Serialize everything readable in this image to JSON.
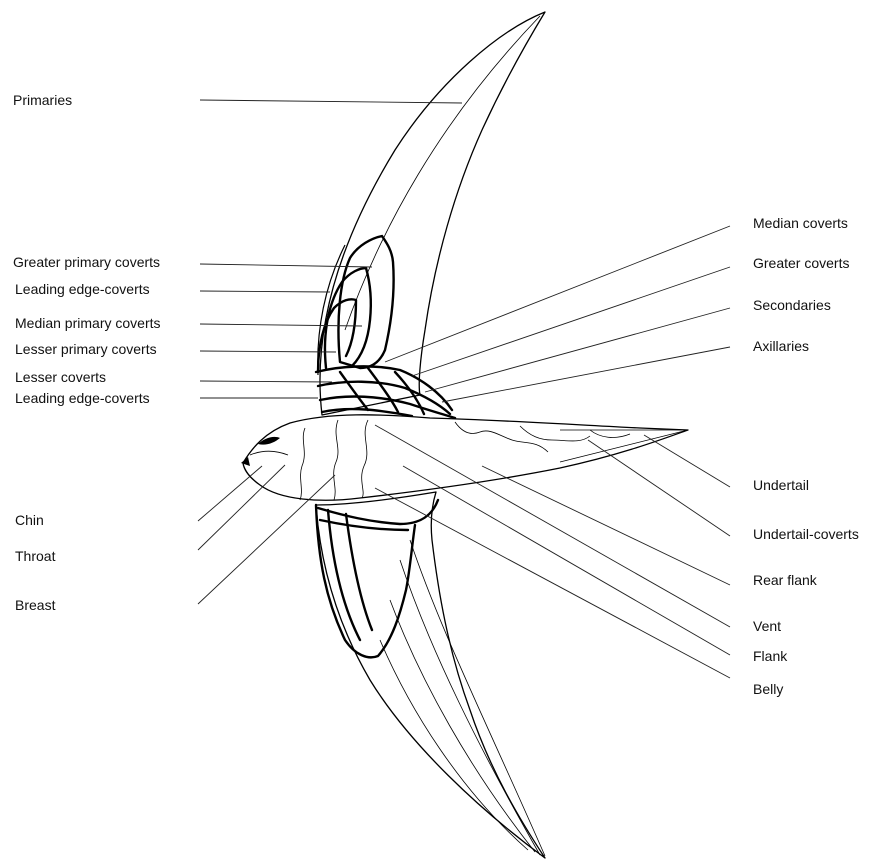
{
  "labels": {
    "primaries": "Primaries",
    "greater_primary_coverts": "Greater primary coverts",
    "leading_edge_coverts_1": "Leading edge-coverts",
    "median_primary_coverts": "Median primary coverts",
    "lesser_primary_coverts": "Lesser primary coverts",
    "lesser_coverts": "Lesser coverts",
    "leading_edge_coverts_2": "Leading edge-coverts",
    "chin": "Chin",
    "throat": "Throat",
    "breast": "Breast",
    "median_coverts": "Median coverts",
    "greater_coverts": "Greater coverts",
    "secondaries": "Secondaries",
    "axillaries": "Axillaries",
    "undertail": "Undertail",
    "undertail_coverts": "Undertail-coverts",
    "rear_flank": "Rear flank",
    "vent": "Vent",
    "flank": "Flank",
    "belly": "Belly"
  }
}
